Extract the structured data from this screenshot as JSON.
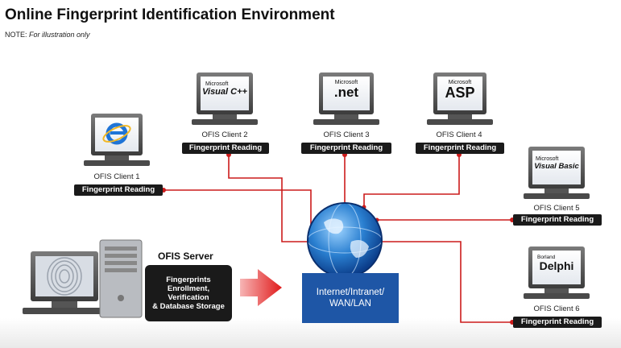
{
  "title": "Online Fingerprint Identification Environment",
  "note_prefix": "NOTE:",
  "note_text": "For illustration only",
  "colors": {
    "link": "#cc1b1b",
    "network_box": "#1e56a6",
    "tag_bg": "#1a1a1a"
  },
  "server": {
    "label": "OFIS Server",
    "box_text": "Fingerprints\nEnrollment,\nVerification\n& Database Storage"
  },
  "network": {
    "label": "Internet/Intranet/\nWAN/LAN"
  },
  "clients": [
    {
      "name": "OFIS Client 1",
      "tag": "Fingerprint Reading",
      "icon": "internet-explorer-icon"
    },
    {
      "name": "OFIS Client 2",
      "tag": "Fingerprint Reading",
      "icon": "visual-cpp-logo",
      "logo_small": "Microsoft",
      "logo_big": "Visual C++"
    },
    {
      "name": "OFIS Client 3",
      "tag": "Fingerprint Reading",
      "icon": "dotnet-logo",
      "logo_small": "Microsoft",
      "logo_big": ".net"
    },
    {
      "name": "OFIS Client 4",
      "tag": "Fingerprint Reading",
      "icon": "asp-logo",
      "logo_small": "Microsoft",
      "logo_big": "ASP"
    },
    {
      "name": "OFIS Client 5",
      "tag": "Fingerprint Reading",
      "icon": "visual-basic-logo",
      "logo_small": "Microsoft",
      "logo_big": "Visual Basic"
    },
    {
      "name": "OFIS Client 6",
      "tag": "Fingerprint Reading",
      "icon": "delphi-logo",
      "logo_small": "Borland",
      "logo_big": "Delphi"
    }
  ]
}
